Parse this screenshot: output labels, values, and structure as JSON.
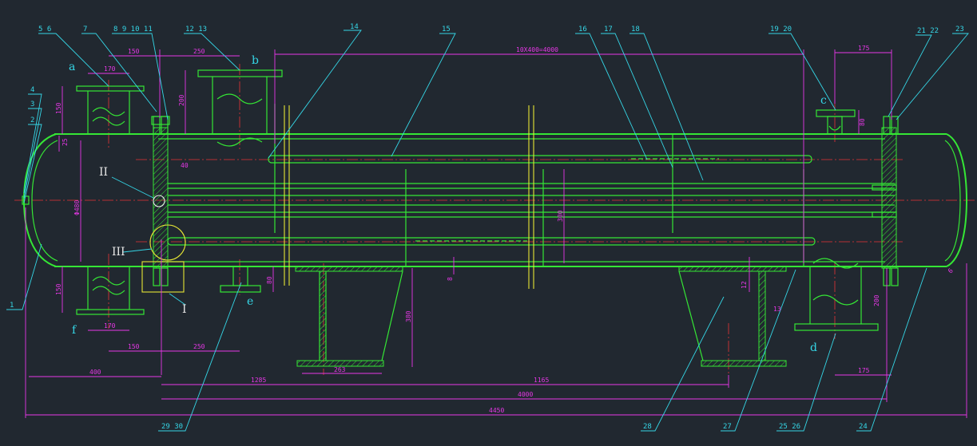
{
  "colors": {
    "background": "#212830",
    "outline": "#35e635",
    "dimension": "#e637e6",
    "leader": "#35d6e6",
    "centerline": "#e63535",
    "highlight": "#e6e635"
  },
  "part_labels": {
    "p5_6": "5  6",
    "p7": "7",
    "p8_11": "8  9  10  11",
    "p12_13": "12 13",
    "p14": "14",
    "p15": "15",
    "p16": "16",
    "p17": "17",
    "p18": "18",
    "p19_20": "19  20",
    "p21_22": "21 22",
    "p23": "23",
    "p4": "4",
    "p3": "3",
    "p2": "2",
    "p1": "1",
    "p29_30": "29 30",
    "p28": "28",
    "p27": "27",
    "p25_26": "25  26",
    "p24": "24"
  },
  "nozzle_labels": {
    "a": "a",
    "b": "b",
    "c": "c",
    "d": "d",
    "e": "e",
    "f": "f"
  },
  "detail_labels": {
    "d2": "II",
    "d3": "III",
    "d1": "I"
  },
  "dimensions": {
    "d150_top": "150",
    "d250_top": "250",
    "d10x400": "10X400=4000",
    "d175_top": "175",
    "d170_top": "170",
    "d150_v": "150",
    "d200_v": "200",
    "d25": "25",
    "d40": "40",
    "d_dia": "Φ480",
    "d300": "300",
    "d80_right": "80",
    "d150_bottom_v": "150",
    "d80_e": "80",
    "d8": "8",
    "d12": "12",
    "d13": "13",
    "d200_right": "200",
    "d6": "6",
    "d170_bottom": "170",
    "d150_bottom": "150",
    "d250_bottom": "250",
    "d380": "380",
    "d263": "263",
    "d175_bottom": "175",
    "d400": "400",
    "d1285": "1285",
    "d1165": "1165",
    "d4000": "4000",
    "d4450": "4450"
  }
}
